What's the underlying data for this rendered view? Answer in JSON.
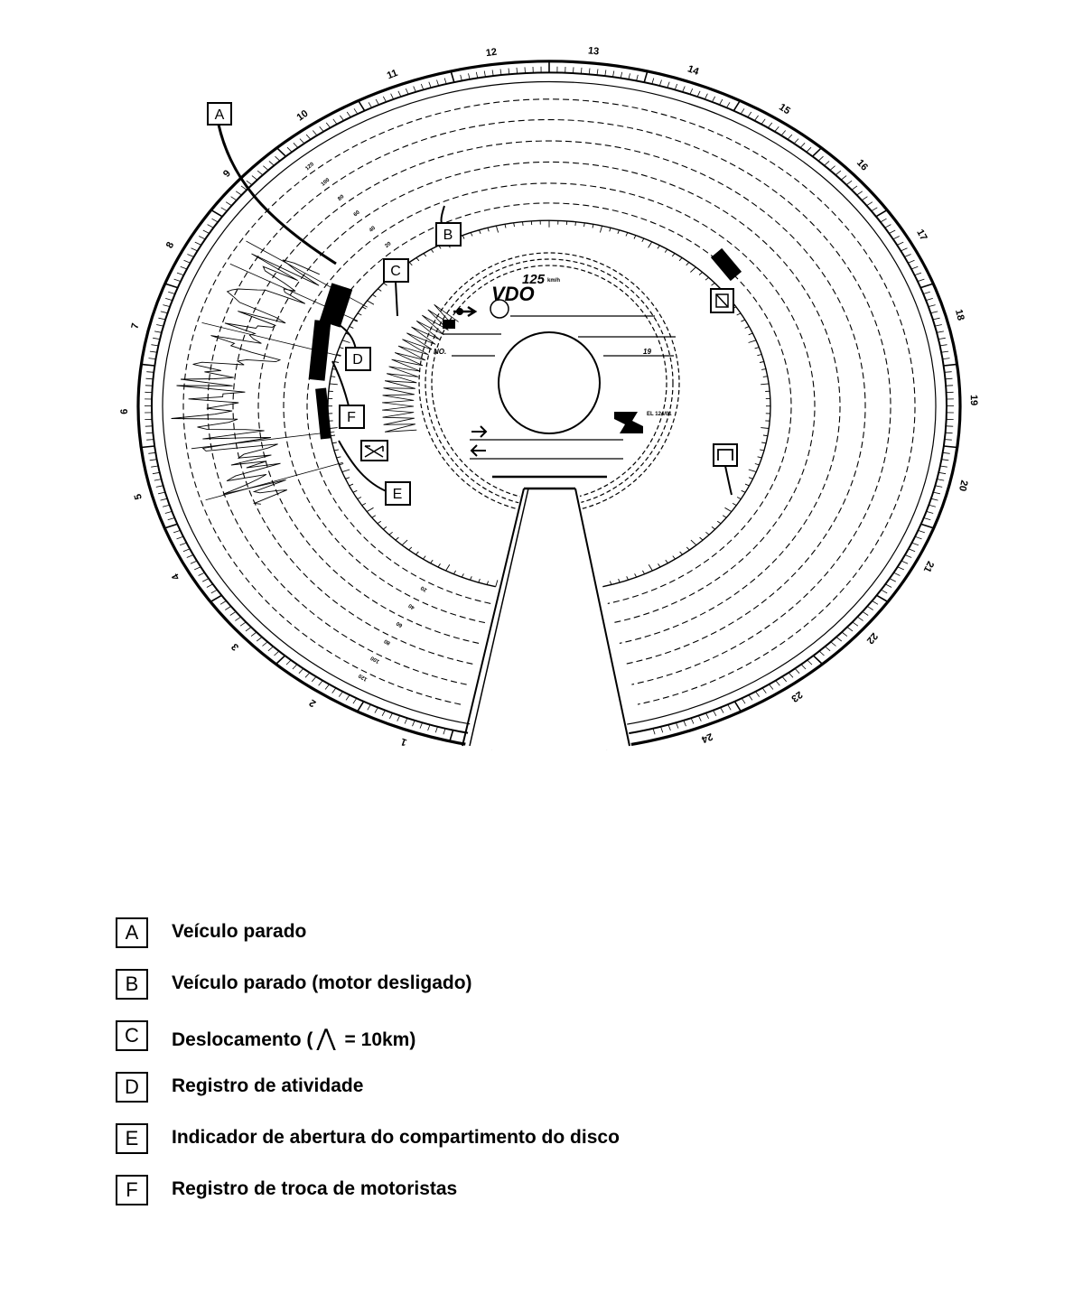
{
  "diagram": {
    "brand": "VDO",
    "speed_rating": "125",
    "speed_unit": "km/h",
    "field_no_label": "NO.",
    "field_no_value": "19",
    "approval_code": "EL 124/01",
    "hour_labels": [
      "1",
      "2",
      "3",
      "4",
      "5",
      "6",
      "7",
      "8",
      "9",
      "10",
      "11",
      "12",
      "13",
      "14",
      "15",
      "16",
      "17",
      "18",
      "19",
      "20",
      "21",
      "22",
      "23",
      "24"
    ],
    "speed_labels": [
      "20",
      "40",
      "60",
      "80",
      "100",
      "120"
    ],
    "callouts": [
      "A",
      "B",
      "C",
      "D",
      "E",
      "F"
    ]
  },
  "legend": {
    "items": [
      {
        "key": "A",
        "text": "Veículo parado"
      },
      {
        "key": "B",
        "text": "Veículo parado (motor desligado)"
      },
      {
        "key": "C",
        "text_before": "Deslocamento (",
        "glyph": "⋀",
        "text_after": " = 10km)"
      },
      {
        "key": "D",
        "text": "Registro de atividade"
      },
      {
        "key": "E",
        "text": "Indicador de abertura do compartimento do disco"
      },
      {
        "key": "F",
        "text": "Registro de troca de motoristas"
      }
    ]
  }
}
